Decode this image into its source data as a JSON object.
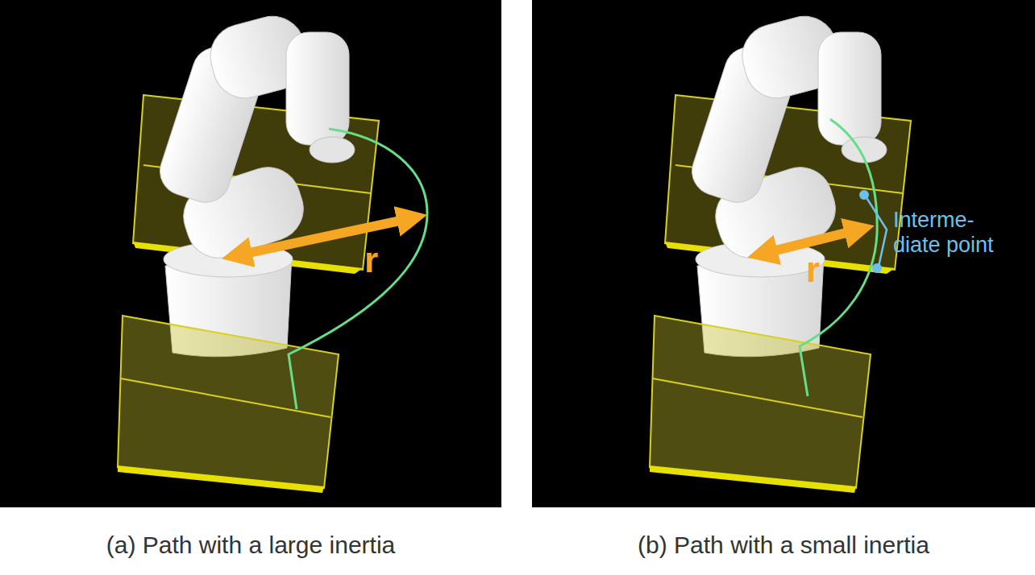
{
  "diagram": {
    "labels": [
      "r",
      "r",
      "Interme- diate point",
      "(a) Path with a large inertia",
      "(b) Path with a small inertia"
    ]
  }
}
